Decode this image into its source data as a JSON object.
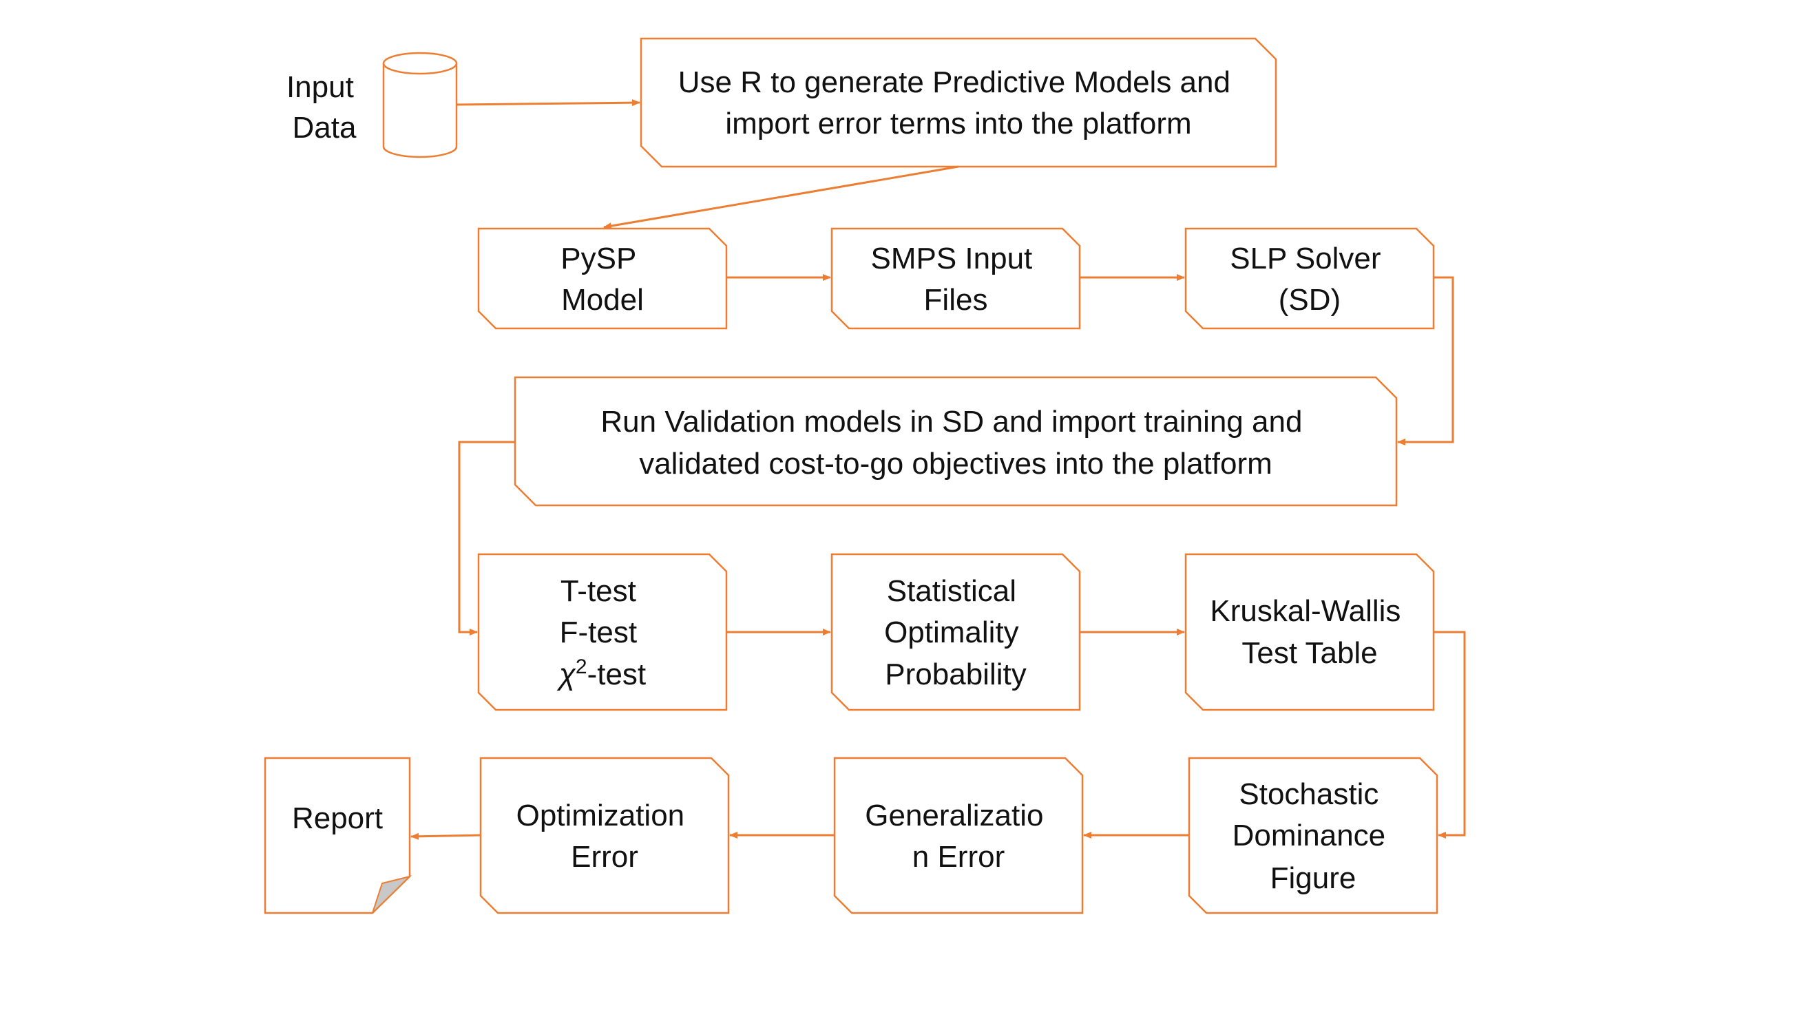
{
  "diagram": {
    "input_data": {
      "lines": [
        "Input",
        "Data"
      ]
    },
    "use_r": {
      "lines": [
        "Use R to generate Predictive Models and",
        "import error terms into the platform"
      ]
    },
    "pysp": {
      "lines": [
        "PySP",
        "Model"
      ]
    },
    "smps": {
      "lines": [
        "SMPS Input",
        "Files"
      ]
    },
    "slp": {
      "lines": [
        "SLP Solver",
        "(SD)"
      ]
    },
    "run_validation": {
      "lines": [
        "Run Validation models in SD and import training and",
        "validated cost-to-go objectives into the platform"
      ]
    },
    "tests": {
      "lines": [
        "T-test",
        "F-test",
        "-test"
      ],
      "chi_symbol": "χ",
      "chi_exponent": "2"
    },
    "stat_opt": {
      "lines": [
        "Statistical",
        "Optimality",
        "Probability"
      ]
    },
    "kruskal": {
      "lines": [
        "Kruskal-Wallis",
        "Test Table"
      ]
    },
    "stochastic": {
      "lines": [
        "Stochastic",
        "Dominance",
        "Figure"
      ]
    },
    "generalization": {
      "lines": [
        "Generalizatio",
        "n Error"
      ]
    },
    "optimization": {
      "lines": [
        "Optimization",
        "Error"
      ]
    },
    "report": {
      "lines": [
        "Report"
      ]
    },
    "colors": {
      "stroke": "#ED7D31",
      "text": "#111111",
      "fold": "#c8c8c8"
    }
  }
}
